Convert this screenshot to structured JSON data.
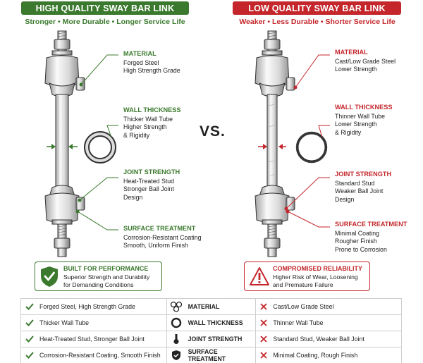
{
  "colors": {
    "good": "#3b7a2e",
    "bad": "#c4262b",
    "ink": "#222222"
  },
  "left": {
    "title": "HIGH QUALITY SWAY BAR LINK",
    "subtitle": "Stronger • More Durable • Longer Service Life",
    "callouts": [
      {
        "heading": "MATERIAL",
        "lines": [
          "Forged Steel",
          "High Strength Grade"
        ]
      },
      {
        "heading": "WALL THICKNESS",
        "lines": [
          "Thicker Wall Tube",
          "Higher Strength",
          "& Rigidity"
        ]
      },
      {
        "heading": "JOINT STRENGTH",
        "lines": [
          "Heat-Treated Stud",
          "Stronger Ball Joint",
          "Design"
        ]
      },
      {
        "heading": "SURFACE TREATMENT",
        "lines": [
          "Corrosion-Resistant Coating",
          "Smooth, Uniform Finish"
        ]
      }
    ],
    "badge": {
      "title": "BUILT FOR PERFORMANCE",
      "lines": [
        "Superior Strength and Durability",
        "for Demanding Conditions"
      ],
      "icon": "shield-check-icon"
    }
  },
  "right": {
    "title": "LOW QUALITY SWAY BAR LINK",
    "subtitle": "Weaker • Less Durable • Shorter Service Life",
    "callouts": [
      {
        "heading": "MATERIAL",
        "lines": [
          "Cast/Low Grade Steel",
          "Lower Strength"
        ]
      },
      {
        "heading": "WALL THICKNESS",
        "lines": [
          "Thinner Wall Tube",
          "Lower Strength",
          "& Rigidity"
        ]
      },
      {
        "heading": "JOINT STRENGTH",
        "lines": [
          "Standard Stud",
          "Weaker Ball Joint",
          "Design"
        ]
      },
      {
        "heading": "SURFACE TREATMENT",
        "lines": [
          "Minimal Coating",
          "Rougher Finish",
          "Prone to Corrosion"
        ]
      }
    ],
    "badge": {
      "title": "COMPROMISED RELIABILITY",
      "lines": [
        "Higher Risk of Wear, Loosening",
        "and Premature Failure"
      ],
      "icon": "warning-icon"
    }
  },
  "vs": "VS.",
  "comparison": [
    {
      "good": "Forged Steel, High Strength Grade",
      "metric": "MATERIAL",
      "icon": "atoms-icon",
      "bad": "Cast/Low Grade Steel"
    },
    {
      "good": "Thicker Wall Tube",
      "metric": "WALL THICKNESS",
      "icon": "ring-icon",
      "bad": "Thinner Wall Tube"
    },
    {
      "good": "Heat-Treated Stud, Stronger Ball Joint",
      "metric": "JOINT STRENGTH",
      "icon": "stud-icon",
      "bad": "Standard Stud, Weaker Ball Joint"
    },
    {
      "good": "Corrosion-Resistant Coating, Smooth Finish",
      "metric": "SURFACE TREATMENT",
      "icon": "shield-icon",
      "bad": "Minimal Coating, Rough Finish"
    }
  ]
}
